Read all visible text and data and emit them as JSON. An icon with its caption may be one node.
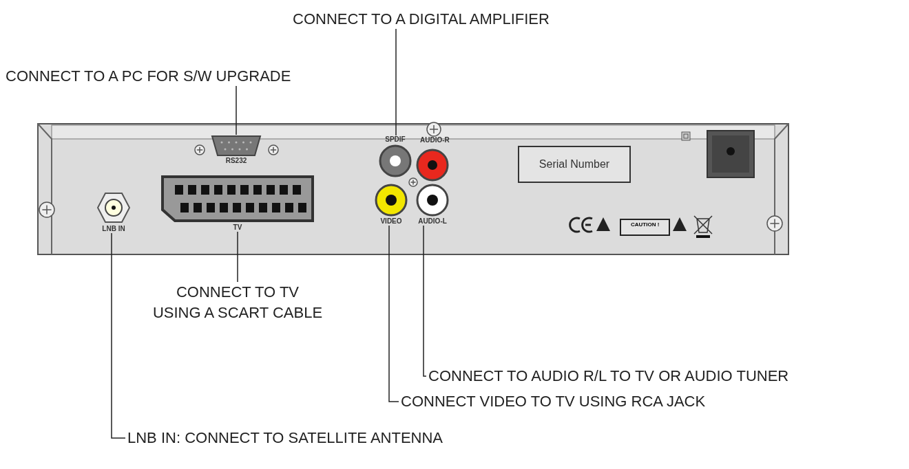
{
  "diagram": {
    "nodes": [
      {
        "text": [
          "CONNECT TO A DIGITAL AMPLIFIER"
        ]
      },
      {
        "text": [
          "CONNECT TO A PC FOR S/W UPGRADE"
        ]
      },
      {
        "text": [
          "CONNECT TO TV USING A SCART CABLE"
        ]
      },
      {
        "text": [
          "CONNECT TO AUDIO R/L TO TV OR AUDIO TUNER"
        ]
      },
      {
        "text": [
          "CONNECT VIDEO TO TV USING RCA JACK"
        ]
      },
      {
        "text": [
          "LNB IN: CONNECT TO SATELLITE ANTENNA"
        ]
      },
      {
        "text": [],
        "shape": "circle",
        "beside": [
          "SPDIF"
        ]
      },
      {
        "text": [],
        "shape": "box",
        "beside": [
          "RS232"
        ]
      },
      {
        "text": [],
        "shape": "box",
        "beside": [
          "TV"
        ]
      },
      {
        "text": [],
        "shape": "circle",
        "beside": [
          "AUDIO-L"
        ]
      },
      {
        "text": [],
        "shape": "circle",
        "beside": [
          "VIDEO"
        ]
      },
      {
        "text": [],
        "shape": "circle",
        "beside": [
          "LNB IN"
        ]
      },
      {
        "text": [
          "Serial Number"
        ]
      }
    ],
    "edges": [
      {
        "from": 0,
        "to": 6,
        "arrow": "none"
      },
      {
        "from": 1,
        "to": 7,
        "arrow": "none"
      },
      {
        "from": 2,
        "to": 8,
        "arrow": "none"
      },
      {
        "from": 3,
        "to": 9,
        "arrow": "none"
      },
      {
        "from": 4,
        "to": 10,
        "arrow": "none"
      },
      {
        "from": 5,
        "to": 11,
        "arrow": "none"
      }
    ],
    "labels": [
      "AUDIO-R",
      "CAUTION !"
    ]
  }
}
